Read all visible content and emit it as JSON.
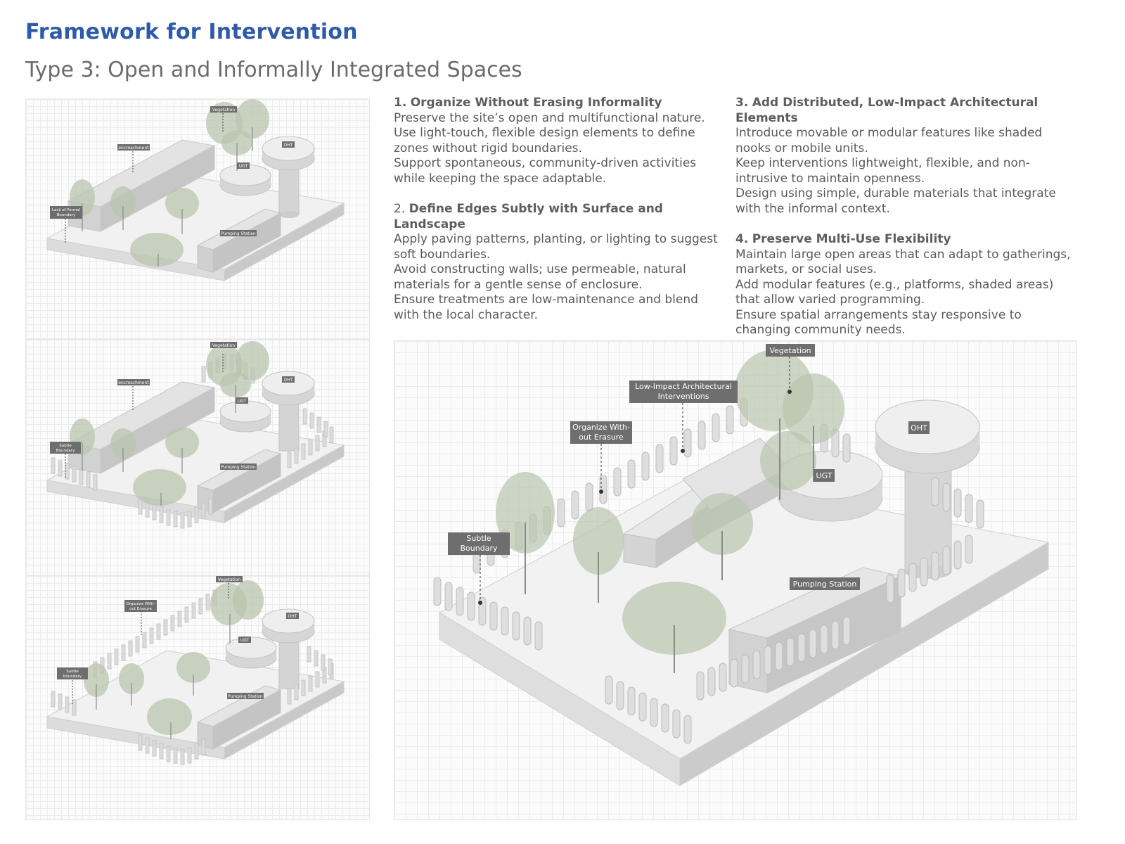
{
  "header": {
    "title": "Framework for Intervention",
    "subtitle": "Type 3: Open and Informally Integrated Spaces"
  },
  "sections": [
    {
      "number": "1.",
      "heading": "Organize Without Erasing Informality",
      "lines": [
        "Preserve the site’s open and multifunctional nature.",
        "Use light-touch, flexible design elements to define zones without rigid boundaries.",
        "Support spontaneous, community-driven activities while keeping the space adaptable."
      ]
    },
    {
      "number": "2.",
      "heading": "Define Edges Subtly with Surface and Landscape",
      "lines": [
        "Apply paving patterns, planting, or lighting to suggest soft boundaries.",
        "Avoid constructing walls; use permeable, natural materials for a gentle sense of enclosure.",
        "Ensure treatments are low-maintenance and blend with the local character."
      ]
    },
    {
      "number": "3.",
      "heading": "Add Distributed, Low-Impact Architectural Elements",
      "lines": [
        "Introduce movable or modular features like shaded nooks or mobile units.",
        "Keep interventions lightweight, flexible, and non-intrusive to maintain openness.",
        "Design using simple, durable materials that integrate with the informal context."
      ]
    },
    {
      "number": "4.",
      "heading": "Preserve Multi-Use Flexibility",
      "lines": [
        "Maintain large open areas that can adapt to gatherings, markets, or social uses.",
        "Add modular features (e.g., platforms, shaded areas) that allow varied programming.",
        "Ensure spatial arrangements stay responsive to changing community needs."
      ]
    }
  ],
  "diagrams": {
    "d1": {
      "vegetation": "Vegetation",
      "encroachment": "encroachment",
      "oht": "OHT",
      "ugt": "UGT",
      "boundary_1": "Lack of Formal",
      "boundary_2": "Boundary",
      "pumping": "Pumping Station"
    },
    "d2": {
      "vegetation": "Vegetation",
      "encroachment": "encroachment",
      "oht": "OHT",
      "ugt": "UGT",
      "boundary_1": "Subtle",
      "boundary_2": "Boundary",
      "pumping": "Pumping Station"
    },
    "d3": {
      "vegetation": "Vegetation",
      "organize_1": "Organize With-",
      "organize_2": "out Erasure",
      "oht": "OHT",
      "ugt": "UGT",
      "boundary_1": "Subtle",
      "boundary_2": "boundary",
      "pumping": "Pumping Station"
    },
    "main": {
      "vegetation": "Vegetation",
      "lowimpact_1": "Low-Impact Architectural",
      "lowimpact_2": "Interventions",
      "organize_1": "Organize With-",
      "organize_2": "out Erasure",
      "oht": "OHT",
      "ugt": "UGT",
      "boundary_1": "Subtle",
      "boundary_2": "Boundary",
      "pumping": "Pumping Station"
    }
  },
  "colors": {
    "title": "#2e5aa8",
    "subtitle": "#6b6b6b",
    "label_bg": "#6e6e6e",
    "tree": "#b9c4ae"
  }
}
